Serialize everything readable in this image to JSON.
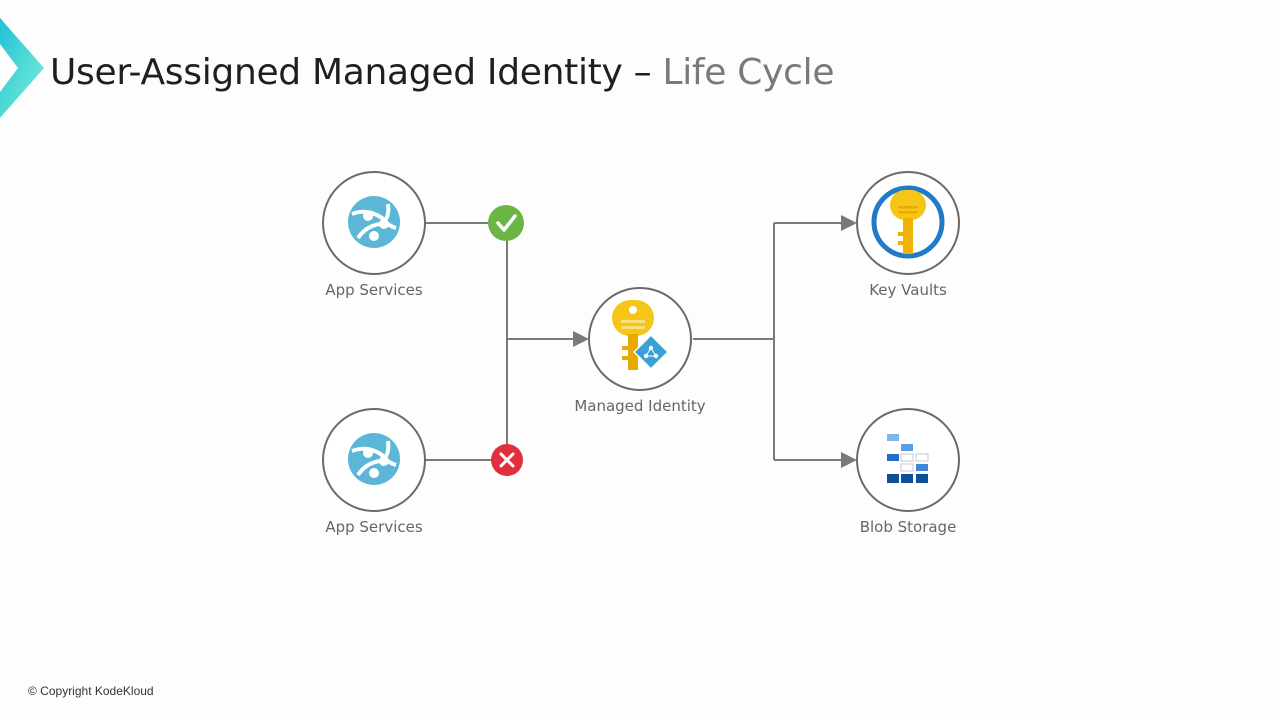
{
  "header": {
    "title_main": "User-Assigned Managed Identity –",
    "title_sub": "Life Cycle"
  },
  "nodes": {
    "app1": {
      "label": "App Services",
      "icon": "app-service-icon"
    },
    "app2": {
      "label": "App Services",
      "icon": "app-service-icon"
    },
    "identity": {
      "label": "Managed Identity",
      "icon": "managed-identity-icon"
    },
    "keyvault": {
      "label": "Key Vaults",
      "icon": "key-vault-icon"
    },
    "blob": {
      "label": "Blob Storage",
      "icon": "blob-storage-icon"
    }
  },
  "status": {
    "app1": {
      "state": "allowed",
      "icon": "check-icon",
      "color": "#6ab544"
    },
    "app2": {
      "state": "denied",
      "icon": "close-icon",
      "color": "#e0303d"
    }
  },
  "colors": {
    "accent": "#3ed6d0",
    "line": "#7a7a7a"
  },
  "footer": {
    "copyright": "© Copyright KodeKloud"
  }
}
